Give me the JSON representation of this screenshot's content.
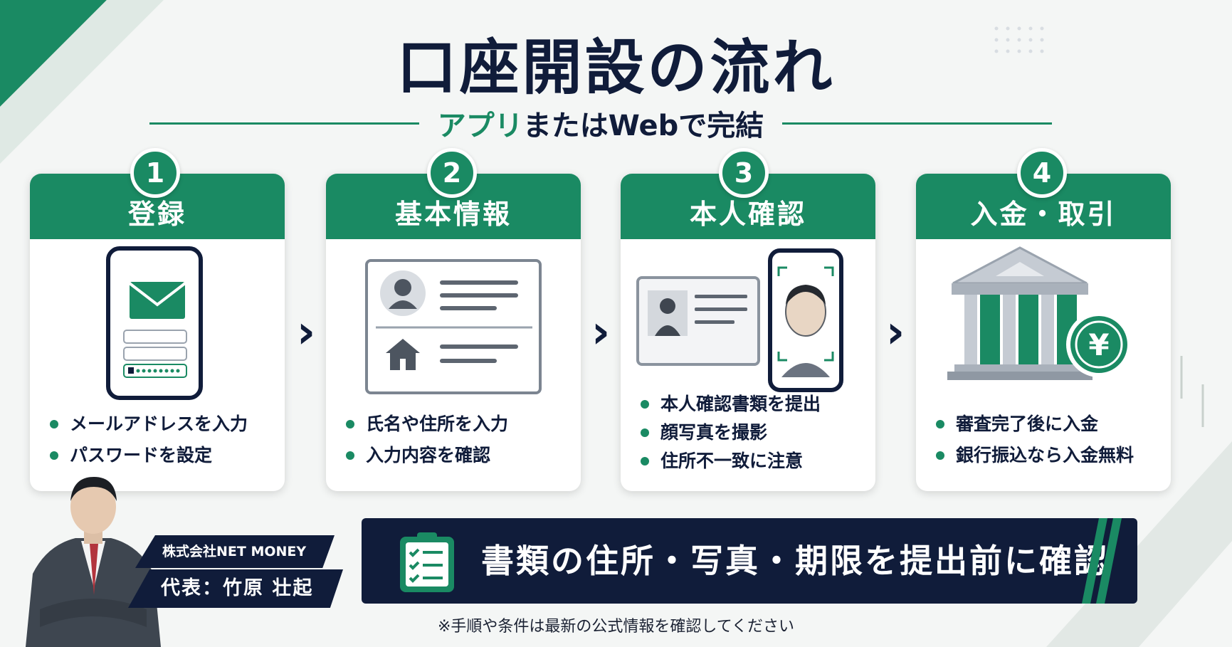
{
  "title": "口座開設の流れ",
  "subtitle": {
    "accent": "アプリ",
    "rest": "またはWebで完結"
  },
  "colors": {
    "green": "#1a8a63",
    "navy": "#101c3a",
    "white": "#ffffff"
  },
  "steps": [
    {
      "number": "1",
      "title": "登録",
      "icon": "smartphone-email-icon",
      "bullets": [
        "メールアドレスを入力",
        "パスワードを設定"
      ]
    },
    {
      "number": "2",
      "title": "基本情報",
      "icon": "profile-card-icon",
      "bullets": [
        "氏名や住所を入力",
        "入力内容を確認"
      ]
    },
    {
      "number": "3",
      "title": "本人確認",
      "icon": "id-face-verification-icon",
      "bullets": [
        "本人確認書類を提出",
        "顔写真を撮影",
        "住所不一致に注意"
      ]
    },
    {
      "number": "4",
      "title": "入金・取引",
      "icon": "bank-yen-icon",
      "bullets": [
        "審査完了後に入金",
        "銀行振込なら入金無料"
      ]
    }
  ],
  "presenter": {
    "company": "株式会社NET MONEY",
    "name": "代表：竹原 壮起"
  },
  "tip": "書類の住所・写真・期限を提出前に確認",
  "note": "※手順や条件は最新の公式情報を確認してください"
}
